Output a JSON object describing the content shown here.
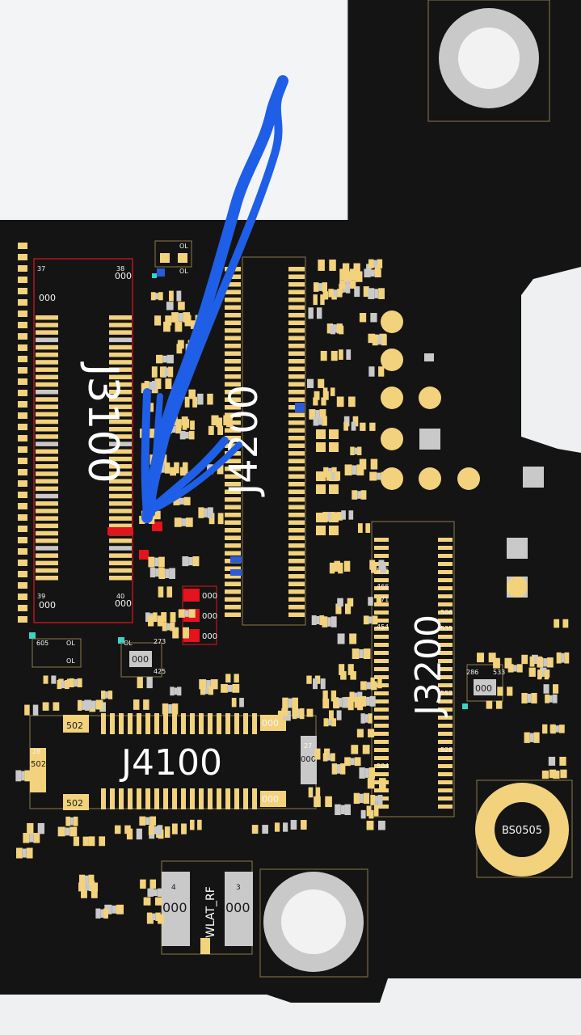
{
  "board": {
    "connectors": [
      {
        "id": "J3100",
        "label": "J3100"
      },
      {
        "id": "J4200",
        "label": "J4200"
      },
      {
        "id": "J3200",
        "label": "J3200"
      },
      {
        "id": "J4100",
        "label": "J4100"
      }
    ],
    "components": {
      "bs0505": "BS0505",
      "wlat": "WLAT_RF"
    },
    "pad_values": {
      "zero": "000",
      "ol": "OL",
      "v502": "502",
      "pin37": "37",
      "pin38": "38",
      "pin39": "39",
      "pin40": "40",
      "pin28": "28",
      "pin27": "27",
      "pin4": "4",
      "pin3": "3",
      "v605": "605",
      "v273": "273",
      "v425": "425",
      "v555": "555",
      "v466": "466",
      "v471": "471",
      "v454": "454",
      "v506": "506",
      "v535": "535",
      "v552": "552",
      "v528": "528",
      "v504": "504",
      "v286": "286",
      "v533": "533"
    },
    "colors": {
      "board": "#141414",
      "gold": "#f2d27c",
      "silk": "#e8e8e8",
      "red": "#e3141b",
      "blue": "#2a5bd8",
      "cyan": "#3ad2c9",
      "annotation": "#1f5ee6"
    }
  }
}
